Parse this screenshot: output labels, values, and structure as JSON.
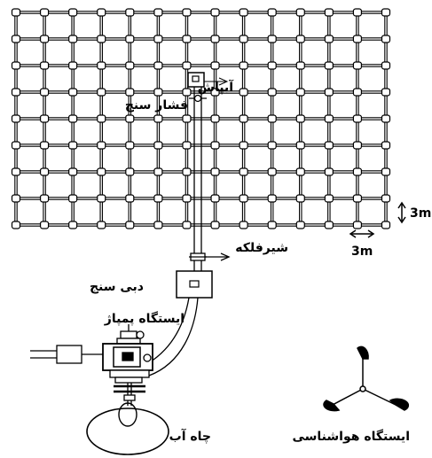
{
  "labels": {
    "sprinkler": "آبپاش",
    "pressure_gauge": "فشار سنج",
    "valve": "شیرفلکه",
    "flow_meter": "دبی سنج",
    "pump_station": "ایستگاه پمپاژ",
    "weather_station": "ایستگاه هواشناسی",
    "well": "چاه آب",
    "spacing_vertical": "3m",
    "spacing_horizontal": "3m"
  },
  "grid": {
    "columns": 14,
    "rows": 9
  },
  "colors": {
    "line": "#000000",
    "background": "#ffffff",
    "node_fill": "#ffffff"
  }
}
